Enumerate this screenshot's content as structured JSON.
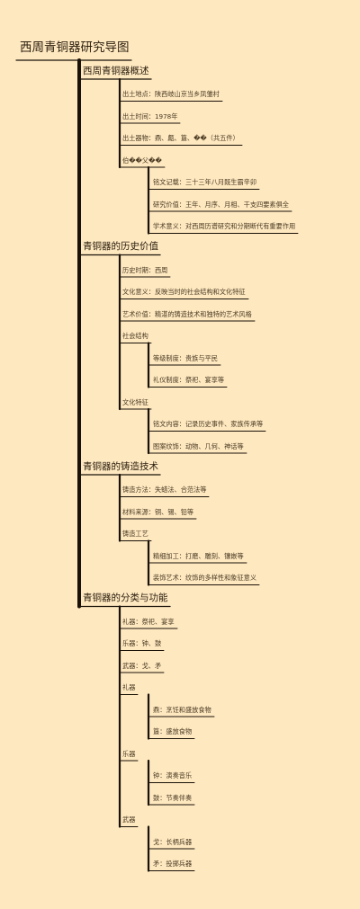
{
  "root": {
    "label": "西周青铜器研究导图"
  },
  "sections": [
    {
      "label": "西周青铜器概述",
      "children": [
        {
          "label": "出土地点：陕西岐山京当乡凤雏村"
        },
        {
          "label": "出土时间：1978年"
        },
        {
          "label": "出土器物：鼎、甗、簋、��（共五件）"
        },
        {
          "label": "伯��父��",
          "children": [
            {
              "label": "铭文记载：三十三年八月既生霸辛卯"
            },
            {
              "label": "研究价值：王年、月序、月相、干支四要素俱全"
            },
            {
              "label": "学术意义：对西周历谱研究和分期断代有重要作用"
            }
          ]
        }
      ]
    },
    {
      "label": "青铜器的历史价值",
      "children": [
        {
          "label": "历史时期：西周"
        },
        {
          "label": "文化意义：反映当时的社会结构和文化特征"
        },
        {
          "label": "艺术价值：精湛的铸造技术和独特的艺术风格"
        },
        {
          "label": "社会结构",
          "children": [
            {
              "label": "等级制度：贵族与平民"
            },
            {
              "label": "礼仪制度：祭祀、宴享等"
            }
          ]
        },
        {
          "label": "文化特征",
          "children": [
            {
              "label": "铭文内容：记录历史事件、家族传承等"
            },
            {
              "label": "图案纹饰：动物、几何、神话等"
            }
          ]
        }
      ]
    },
    {
      "label": "青铜器的铸造技术",
      "children": [
        {
          "label": "铸造方法：失蜡法、合范法等"
        },
        {
          "label": "材料来源：铜、锡、铅等"
        },
        {
          "label": "铸造工艺",
          "children": [
            {
              "label": "精细加工：打磨、雕刻、镶嵌等"
            },
            {
              "label": "装饰艺术：纹饰的多样性和象征意义"
            }
          ]
        }
      ]
    },
    {
      "label": "青铜器的分类与功能",
      "children": [
        {
          "label": "礼器：祭祀、宴享"
        },
        {
          "label": "乐器：钟、鼓"
        },
        {
          "label": "武器：戈、矛"
        },
        {
          "label": "礼器",
          "children": [
            {
              "label": "鼎：烹饪和盛放食物"
            },
            {
              "label": "簋：盛放食物"
            }
          ]
        },
        {
          "label": "乐器",
          "children": [
            {
              "label": "钟：演奏音乐"
            },
            {
              "label": "鼓：节奏伴奏"
            }
          ]
        },
        {
          "label": "武器",
          "children": [
            {
              "label": "戈：长柄兵器"
            },
            {
              "label": "矛：投掷兵器"
            }
          ]
        }
      ]
    }
  ],
  "colors": {
    "background": "#fee8c0",
    "line": "#1a1208",
    "text": "#3a2a14"
  }
}
